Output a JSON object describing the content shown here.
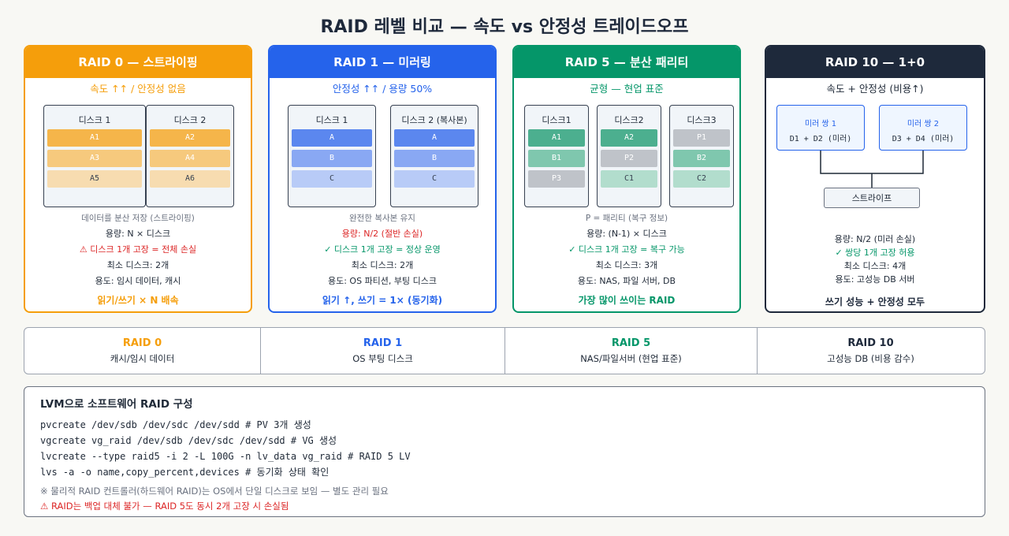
{
  "title": "RAID 레벨 비교 — 속도 vs 안정성 트레이드오프",
  "colors": {
    "raid0": "#f59e0b",
    "raid1": "#2563eb",
    "raid5": "#059669",
    "raid10": "#1e293b"
  },
  "raid0": {
    "header": "RAID 0 — 스트라이핑",
    "subtitle": "속도 ↑↑ / 안정성 없음",
    "disk1": {
      "label": "디스크 1",
      "blocks": [
        "A1",
        "A3",
        "A5"
      ]
    },
    "disk2": {
      "label": "디스크 2",
      "blocks": [
        "A2",
        "A4",
        "A6"
      ]
    },
    "caption": "데이터를 분산 저장 (스트라이핑)",
    "capacity": "용량: N × 디스크",
    "fault": "⚠ 디스크 1개 고장 = 전체 손실",
    "min_disks": "최소 디스크: 2개",
    "usage": "용도: 임시 데이터, 캐시",
    "highlight": "읽기/쓰기 × N 배속"
  },
  "raid1": {
    "header": "RAID 1 — 미러링",
    "subtitle": "안정성 ↑↑ / 용량 50%",
    "disk1": {
      "label": "디스크 1",
      "blocks": [
        "A",
        "B",
        "C"
      ]
    },
    "disk2": {
      "label": "디스크 2 (복사본)",
      "blocks": [
        "A",
        "B",
        "C"
      ]
    },
    "caption": "완전한 복사본 유지",
    "capacity": "용량: N/2 (절반 손실)",
    "fault": "✓ 디스크 1개 고장 = 정상 운영",
    "min_disks": "최소 디스크: 2개",
    "usage": "용도: OS 파티션, 부팅 디스크",
    "highlight": "읽기 ↑, 쓰기 = 1× (동기화)"
  },
  "raid5": {
    "header": "RAID 5 — 분산 패리티",
    "subtitle": "균형 — 현업 표준",
    "disk1": {
      "label": "디스크1",
      "blocks": [
        "A1",
        "B1",
        "P3"
      ]
    },
    "disk2": {
      "label": "디스크2",
      "blocks": [
        "A2",
        "P2",
        "C1"
      ]
    },
    "disk3": {
      "label": "디스크3",
      "blocks": [
        "P1",
        "B2",
        "C2"
      ]
    },
    "caption": "P = 패리티 (복구 정보)",
    "capacity": "용량: (N-1) × 디스크",
    "fault": "✓ 디스크 1개 고장 = 복구 가능",
    "min_disks": "최소 디스크: 3개",
    "usage": "용도: NAS, 파일 서버, DB",
    "highlight": "가장 많이 쓰이는 RAID"
  },
  "raid10": {
    "header": "RAID 10 — 1+0",
    "subtitle": "속도 + 안정성 (비용↑)",
    "mirror1": {
      "title": "미러 쌍 1",
      "detail": "D1 + D2 (미러)"
    },
    "mirror2": {
      "title": "미러 쌍 2",
      "detail": "D3 + D4 (미러)"
    },
    "stripe": "스트라이프",
    "capacity": "용량: N/2 (미러 손실)",
    "fault": "✓ 쌍당 1개 고장 허용",
    "min_disks": "최소 디스크: 4개",
    "usage": "용도: 고성능 DB 서버",
    "highlight": "쓰기 성능 + 안정성 모두"
  },
  "summary": [
    {
      "name": "RAID 0",
      "desc": "캐시/임시 데이터"
    },
    {
      "name": "RAID 1",
      "desc": "OS 부팅 디스크"
    },
    {
      "name": "RAID 5",
      "desc": "NAS/파일서버 (현업 표준)"
    },
    {
      "name": "RAID 10",
      "desc": "고성능 DB (비용 감수)"
    }
  ],
  "lvm": {
    "title": "LVM으로 소프트웨어 RAID 구성",
    "commands": [
      "pvcreate /dev/sdb /dev/sdc /dev/sdd # PV 3개 생성",
      "vgcreate vg_raid /dev/sdb /dev/sdc /dev/sdd # VG 생성",
      "lvcreate --type raid5 -i 2 -L 100G -n lv_data vg_raid # RAID 5 LV",
      "lvs -a -o name,copy_percent,devices # 동기화 상태 확인"
    ],
    "note": "※ 물리적 RAID 컨트롤러(하드웨어 RAID)는 OS에서 단일 디스크로 보임 — 별도 관리 필요",
    "warning": "⚠ RAID는 백업 대체 불가 — RAID 5도 동시 2개 고장 시 손실됨"
  }
}
